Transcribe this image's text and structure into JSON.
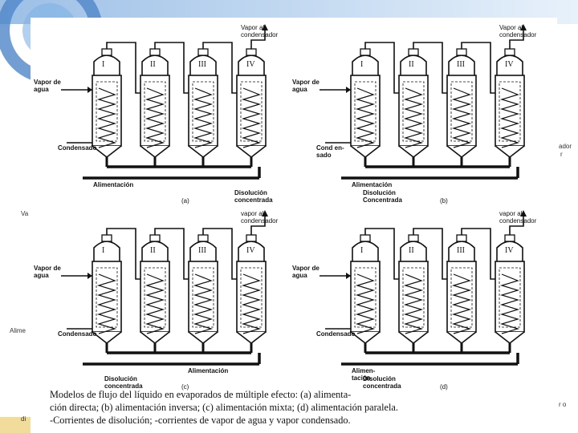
{
  "edge_fragments": {
    "left_top": "Va",
    "left_mid": "Alime",
    "right_top": "ador",
    "right_top2": "r",
    "right_bottom": "r o",
    "bottom_left": "di"
  },
  "panels": [
    {
      "id": "a",
      "letter": "(a)",
      "effects": [
        "I",
        "II",
        "III",
        "IV"
      ],
      "labels": {
        "vapor_top": [
          "Vapor   al",
          "condensador"
        ],
        "vapor_agua": [
          "Vapor de",
          "agua"
        ],
        "condensado": [
          "Condensado"
        ],
        "alimentacion": [
          "Alimentación"
        ],
        "disolucion": [
          "Disolución",
          "concentrada"
        ]
      }
    },
    {
      "id": "b",
      "letter": "(b)",
      "effects": [
        "I",
        "II",
        "III",
        "IV"
      ],
      "labels": {
        "vapor_top": [
          "Vapor   al",
          "condensador"
        ],
        "vapor_agua": [
          "Vapor   de",
          "agua"
        ],
        "condensado": [
          "Cond en-",
          "sado"
        ],
        "alimentacion": [
          "Alimentación"
        ],
        "disolucion": [
          "Disolución",
          "Concentrada"
        ]
      }
    },
    {
      "id": "c",
      "letter": "(c)",
      "effects": [
        "I",
        "II",
        "III",
        "IV"
      ],
      "labels": {
        "vapor_top": [
          "vapor   al",
          "condensador"
        ],
        "vapor_agua": [
          "Vapor de",
          "agua"
        ],
        "condensado": [
          "Condensado"
        ],
        "alimentacion": [
          "Alimentación"
        ],
        "disolucion": [
          "Disolución",
          "concentrada"
        ]
      }
    },
    {
      "id": "d",
      "letter": "(d)",
      "effects": [
        "I",
        "II",
        "III",
        "IV"
      ],
      "labels": {
        "vapor_top": [
          "vapor   al",
          "condensador"
        ],
        "vapor_agua": [
          "Vapor de",
          "agua"
        ],
        "condensado": [
          "Condensado"
        ],
        "alimentacion": [
          "Alimen-",
          "tación"
        ],
        "disolucion": [
          "Disolución",
          "concentrada"
        ]
      }
    }
  ],
  "caption": {
    "line1": "Modelos de flujo del líquido en evaporados de múltiple efecto: (a) alimenta-",
    "line2": "ción directa; (b) alimentación inversa; (c) alimentación mixta; (d) alimentación paralela.",
    "line3": "-Corrientes de disolución; -corrientes de vapor de agua y vapor condensado."
  }
}
